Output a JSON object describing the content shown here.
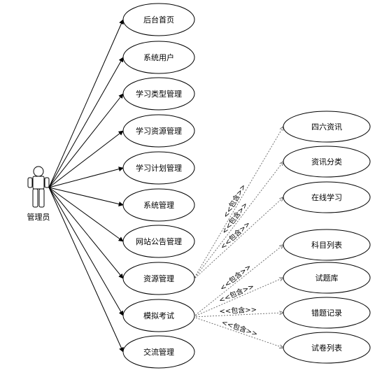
{
  "actor": {
    "label": "管理员"
  },
  "left_use_cases": [
    {
      "id": "home",
      "label": "后台首页"
    },
    {
      "id": "sysuser",
      "label": "系统用户"
    },
    {
      "id": "studytype",
      "label": "学习类型管理"
    },
    {
      "id": "studyres",
      "label": "学习资源管理"
    },
    {
      "id": "studyplan",
      "label": "学习计划管理"
    },
    {
      "id": "sysmgmt",
      "label": "系统管理"
    },
    {
      "id": "notice",
      "label": "网站公告管理"
    },
    {
      "id": "resmgmt",
      "label": "资源管理"
    },
    {
      "id": "exam",
      "label": "模拟考试"
    },
    {
      "id": "comm",
      "label": "交流管理"
    }
  ],
  "right_use_cases": [
    {
      "id": "cet",
      "label": "四六资讯",
      "parent": "resmgmt"
    },
    {
      "id": "newscat",
      "label": "资讯分类",
      "parent": "resmgmt"
    },
    {
      "id": "online",
      "label": "在线学习",
      "parent": "resmgmt"
    },
    {
      "id": "subjects",
      "label": "科目列表",
      "parent": "exam"
    },
    {
      "id": "qbank",
      "label": "试题库",
      "parent": "exam"
    },
    {
      "id": "mistakes",
      "label": "错题记录",
      "parent": "exam"
    },
    {
      "id": "papers",
      "label": "试卷列表",
      "parent": "exam"
    }
  ],
  "include_label": "<<包含>>"
}
